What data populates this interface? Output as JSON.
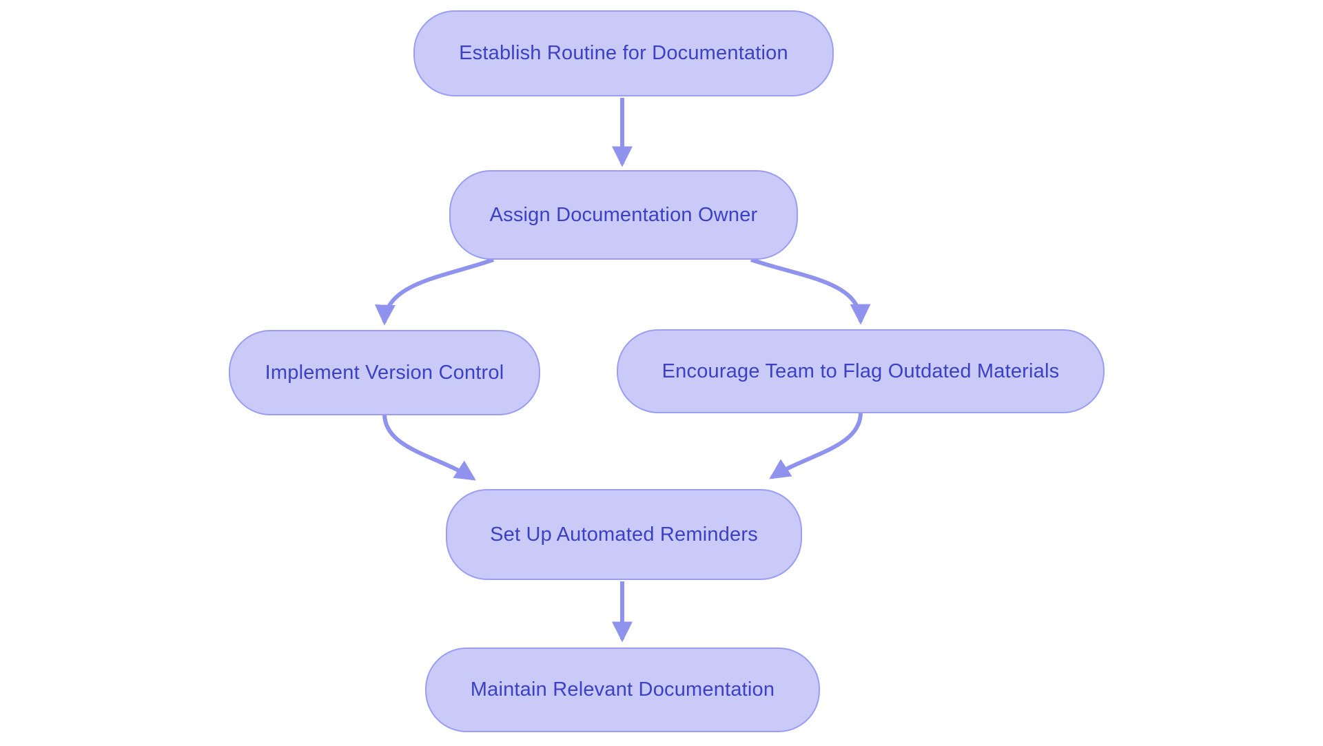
{
  "diagram": {
    "type": "flowchart",
    "direction": "top-down",
    "background": "white"
  },
  "colors": {
    "background": "#ffffff",
    "node-fill": "#c9caf8",
    "node-border": "#9a9df2",
    "node-text": "#3c40c4",
    "arrow": "#8f93ee"
  },
  "nodes": [
    {
      "id": "establish-routine",
      "label": "Establish Routine for Documentation"
    },
    {
      "id": "assign-owner",
      "label": "Assign Documentation Owner"
    },
    {
      "id": "version-control",
      "label": "Implement Version Control"
    },
    {
      "id": "flag-outdated",
      "label": "Encourage Team to Flag Outdated Materials"
    },
    {
      "id": "automated-reminders",
      "label": "Set Up Automated Reminders"
    },
    {
      "id": "maintain-docs",
      "label": "Maintain Relevant Documentation"
    }
  ],
  "edges": [
    {
      "from": "establish-routine",
      "to": "assign-owner"
    },
    {
      "from": "assign-owner",
      "to": "version-control"
    },
    {
      "from": "assign-owner",
      "to": "flag-outdated"
    },
    {
      "from": "version-control",
      "to": "automated-reminders"
    },
    {
      "from": "flag-outdated",
      "to": "automated-reminders"
    },
    {
      "from": "automated-reminders",
      "to": "maintain-docs"
    }
  ]
}
